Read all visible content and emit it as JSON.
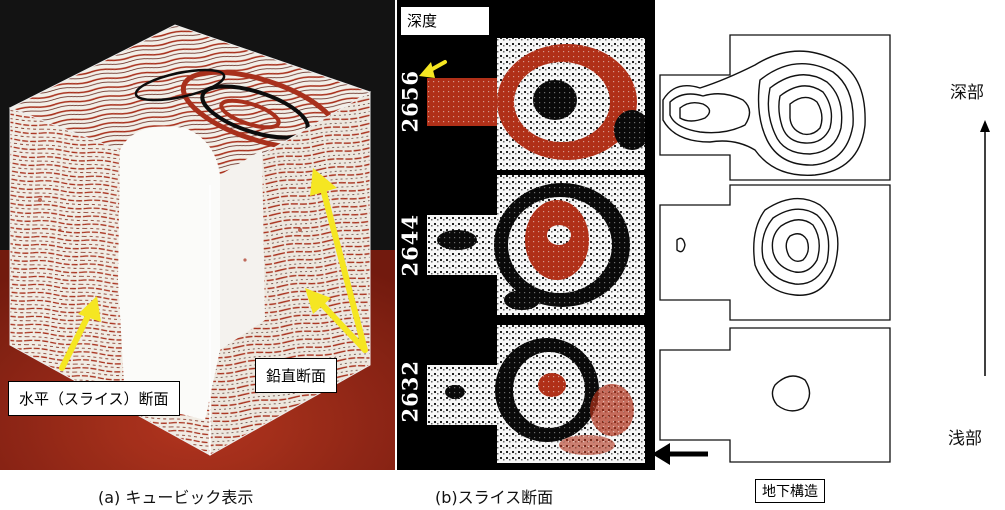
{
  "panel_a": {
    "label_horizontal": "水平（スライス）断面",
    "label_vertical": "鉛直断面",
    "caption": "(a) キュービック表示"
  },
  "panel_b": {
    "label_depth": "深度",
    "depths": [
      "2656",
      "2644",
      "2632"
    ],
    "caption": "(b)スライス断面"
  },
  "panel_c": {
    "caption": "地下構造"
  },
  "side": {
    "deep": "深部",
    "shallow": "浅部"
  },
  "colors": {
    "rock_red": "#a8301c",
    "background_red": "#b42a18",
    "arrow_yellow": "#f5e622",
    "slice_black": "#0a0a0a"
  }
}
